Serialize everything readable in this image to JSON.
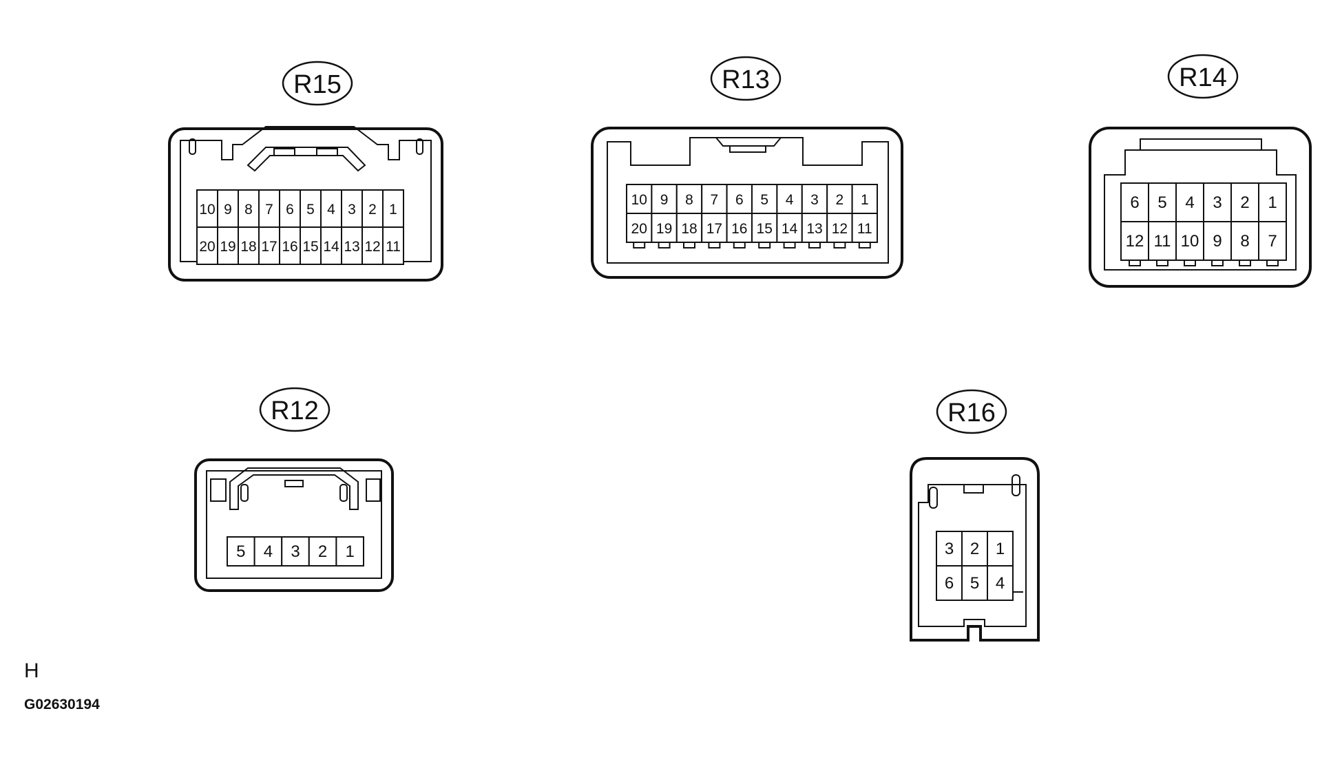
{
  "connectors": [
    {
      "id": "R15",
      "rows": [
        [
          "10",
          "9",
          "8",
          "7",
          "6",
          "5",
          "4",
          "3",
          "2",
          "1"
        ],
        [
          "20",
          "19",
          "18",
          "17",
          "16",
          "15",
          "14",
          "13",
          "12",
          "11"
        ]
      ]
    },
    {
      "id": "R13",
      "rows": [
        [
          "10",
          "9",
          "8",
          "7",
          "6",
          "5",
          "4",
          "3",
          "2",
          "1"
        ],
        [
          "20",
          "19",
          "18",
          "17",
          "16",
          "15",
          "14",
          "13",
          "12",
          "11"
        ]
      ]
    },
    {
      "id": "R14",
      "rows": [
        [
          "6",
          "5",
          "4",
          "3",
          "2",
          "1"
        ],
        [
          "12",
          "11",
          "10",
          "9",
          "8",
          "7"
        ]
      ]
    },
    {
      "id": "R12",
      "rows": [
        [
          "5",
          "4",
          "3",
          "2",
          "1"
        ]
      ]
    },
    {
      "id": "R16",
      "rows": [
        [
          "3",
          "2",
          "1"
        ],
        [
          "6",
          "5",
          "4"
        ]
      ]
    }
  ],
  "footer": {
    "letter": "H",
    "code": "G02630194"
  }
}
